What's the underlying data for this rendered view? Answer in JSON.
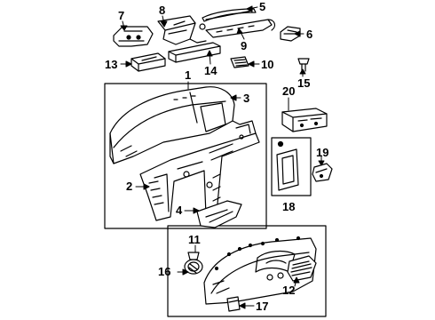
{
  "diagram": {
    "ink_color": "#000000",
    "paper_color": "#ffffff",
    "callouts": {
      "c1": "1",
      "c2": "2",
      "c3": "3",
      "c4": "4",
      "c5": "5",
      "c6": "6",
      "c7": "7",
      "c8": "8",
      "c9": "9",
      "c10": "10",
      "c11": "11",
      "c12": "12",
      "c13": "13",
      "c14": "14",
      "c15": "15",
      "c16": "16",
      "c17": "17",
      "c18": "18",
      "c19": "19",
      "c20": "20"
    }
  }
}
